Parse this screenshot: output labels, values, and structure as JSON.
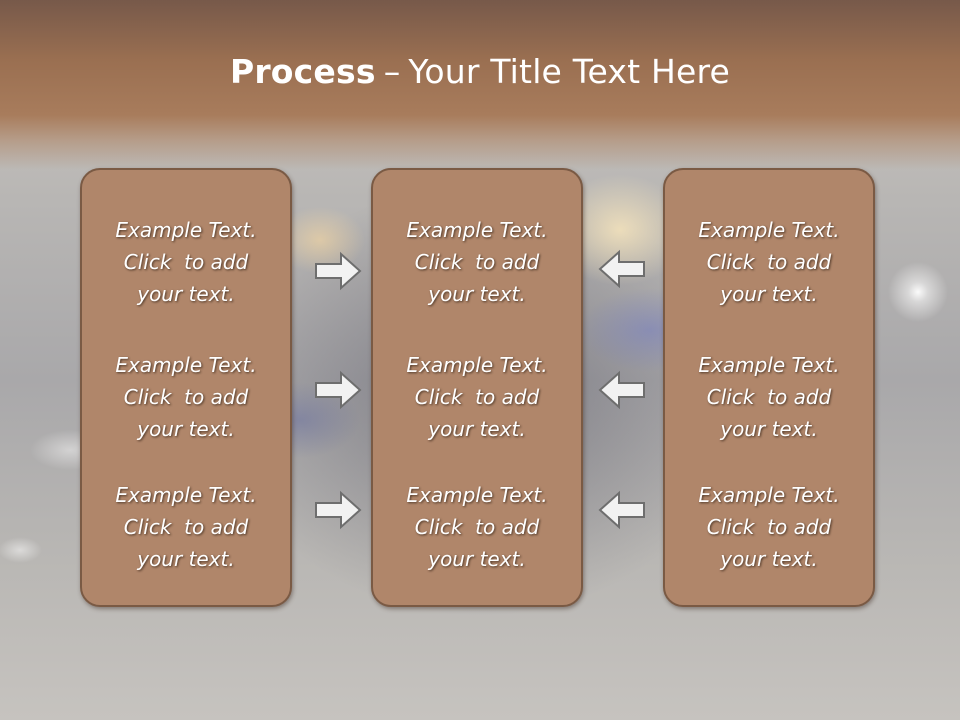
{
  "slide": {
    "title_bold": "Process",
    "title_separator": "–",
    "title_rest": "Your Title Text Here"
  },
  "columns": [
    {
      "items": [
        {
          "line1": "Example Text.",
          "line2": "Click  to add",
          "line3": "your text."
        },
        {
          "line1": "Example Text.",
          "line2": "Click  to add",
          "line3": "your text."
        },
        {
          "line1": "Example Text.",
          "line2": "Click  to add",
          "line3": "your text."
        }
      ]
    },
    {
      "items": [
        {
          "line1": "Example Text.",
          "line2": "Click  to add",
          "line3": "your text."
        },
        {
          "line1": "Example Text.",
          "line2": "Click  to add",
          "line3": "your text."
        },
        {
          "line1": "Example Text.",
          "line2": "Click  to add",
          "line3": "your text."
        }
      ]
    },
    {
      "items": [
        {
          "line1": "Example Text.",
          "line2": "Click  to add",
          "line3": "your text."
        },
        {
          "line1": "Example Text.",
          "line2": "Click  to add",
          "line3": "your text."
        },
        {
          "line1": "Example Text.",
          "line2": "Click  to add",
          "line3": "your text."
        }
      ]
    }
  ],
  "arrows": {
    "left_group": [
      "right-arrow-icon",
      "right-arrow-icon",
      "right-arrow-icon"
    ],
    "right_group": [
      "left-arrow-icon",
      "left-arrow-icon",
      "left-arrow-icon"
    ]
  },
  "colors": {
    "title_band": "#a87c5c",
    "box_fill": "#b0866a",
    "box_border": "#7a5a44",
    "text": "#ffffff",
    "arrow_fill": "#f2f2f2",
    "arrow_stroke": "#6e6e6e"
  }
}
